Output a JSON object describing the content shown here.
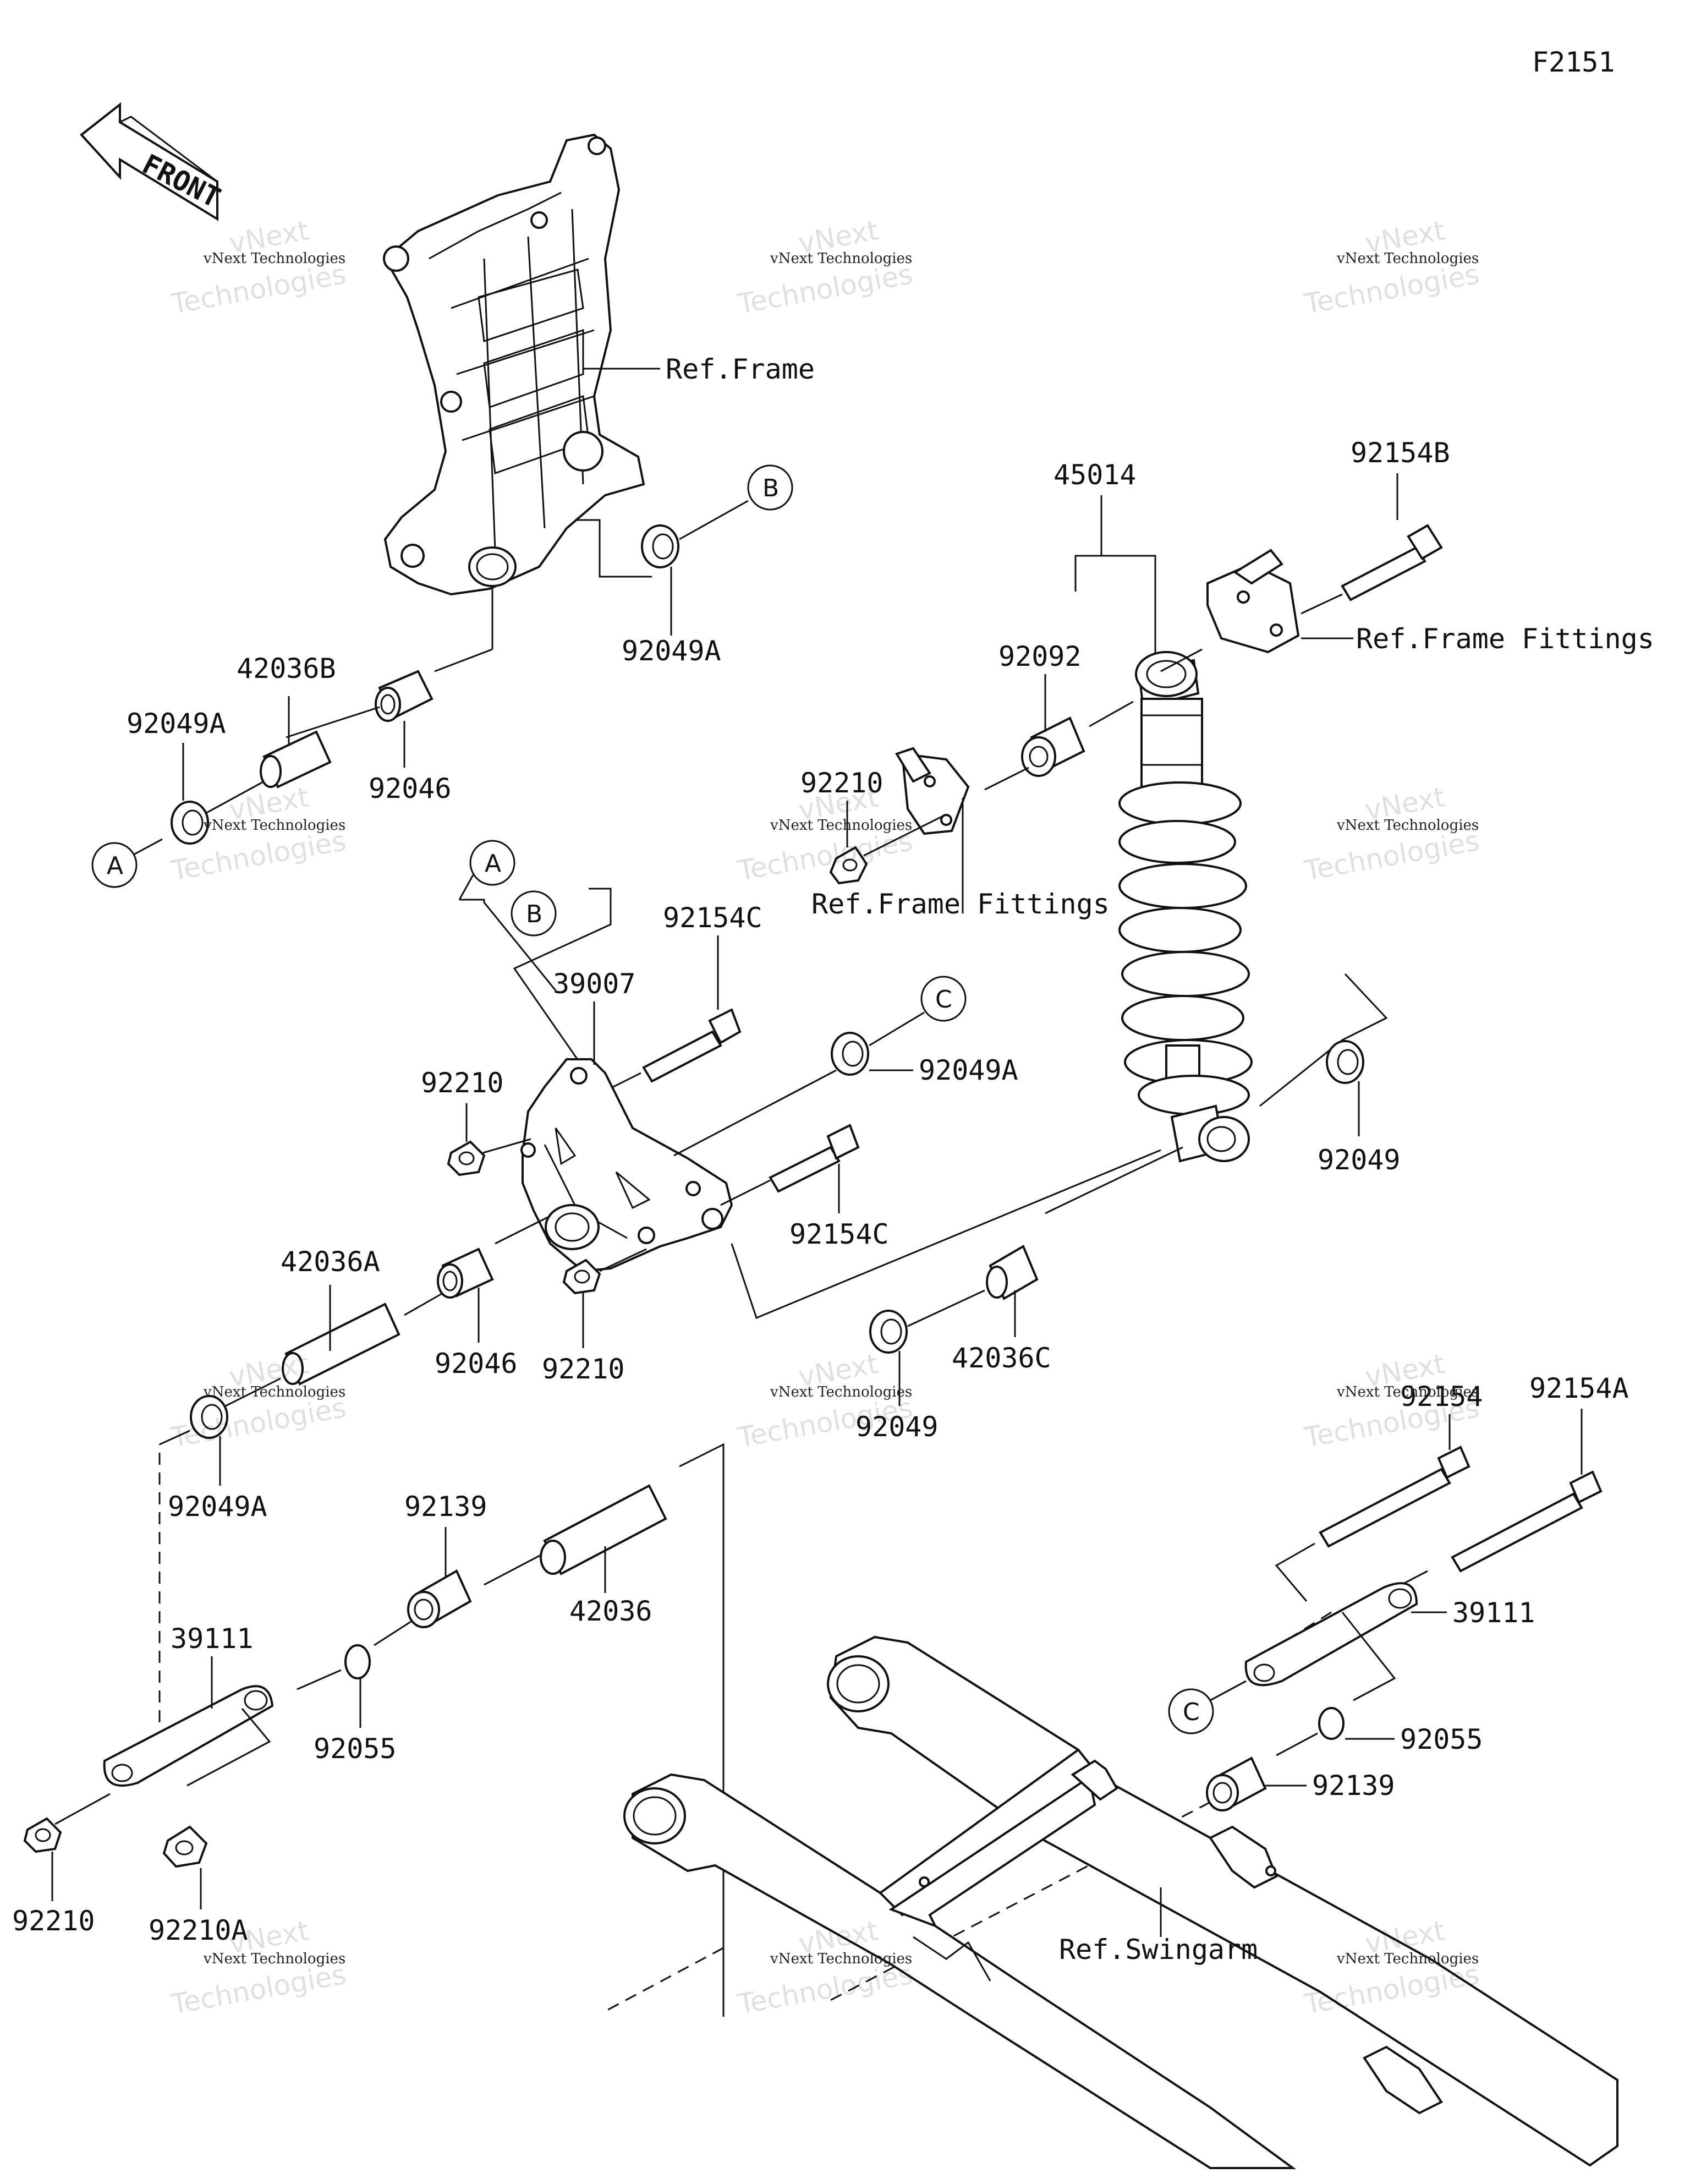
{
  "figure_id": "F2151",
  "front_arrow_label": "FRONT",
  "watermark": {
    "line1": "vNext Technologies",
    "line2": "Technologies",
    "line2_top": "vNext"
  },
  "refs": {
    "frame": "Ref.Frame",
    "frame_fittings_top": "Ref.Frame Fittings",
    "frame_fittings_mid": "Ref.Frame Fittings",
    "swingarm": "Ref.Swingarm"
  },
  "circles": {
    "a1": "A",
    "a2": "A",
    "b1": "B",
    "b2": "B",
    "c1": "C",
    "c2": "C"
  },
  "labels": {
    "p92049A_top": "92049A",
    "p92049A_left": "92049A",
    "p42036B": "42036B",
    "p92046_top": "92046",
    "p45014": "45014",
    "p92154B": "92154B",
    "p92092": "92092",
    "p92210_mid": "92210",
    "p92154C_top": "92154C",
    "p39007": "39007",
    "p92210_left": "92210",
    "p92049A_right": "92049A",
    "p92049_right": "92049",
    "p92154C_low": "92154C",
    "p42036A": "42036A",
    "p92046_low": "92046",
    "p92210_low": "92210",
    "p42036C": "42036C",
    "p92049_low": "92049",
    "p92049A_low": "92049A",
    "p92139_left": "92139",
    "p42036": "42036",
    "p39111_left": "39111",
    "p92055_left": "92055",
    "p92210_bottom": "92210",
    "p92210A": "92210A",
    "p92154": "92154",
    "p92154A": "92154A",
    "p39111_right": "39111",
    "p92055_right": "92055",
    "p92139_right": "92139"
  }
}
